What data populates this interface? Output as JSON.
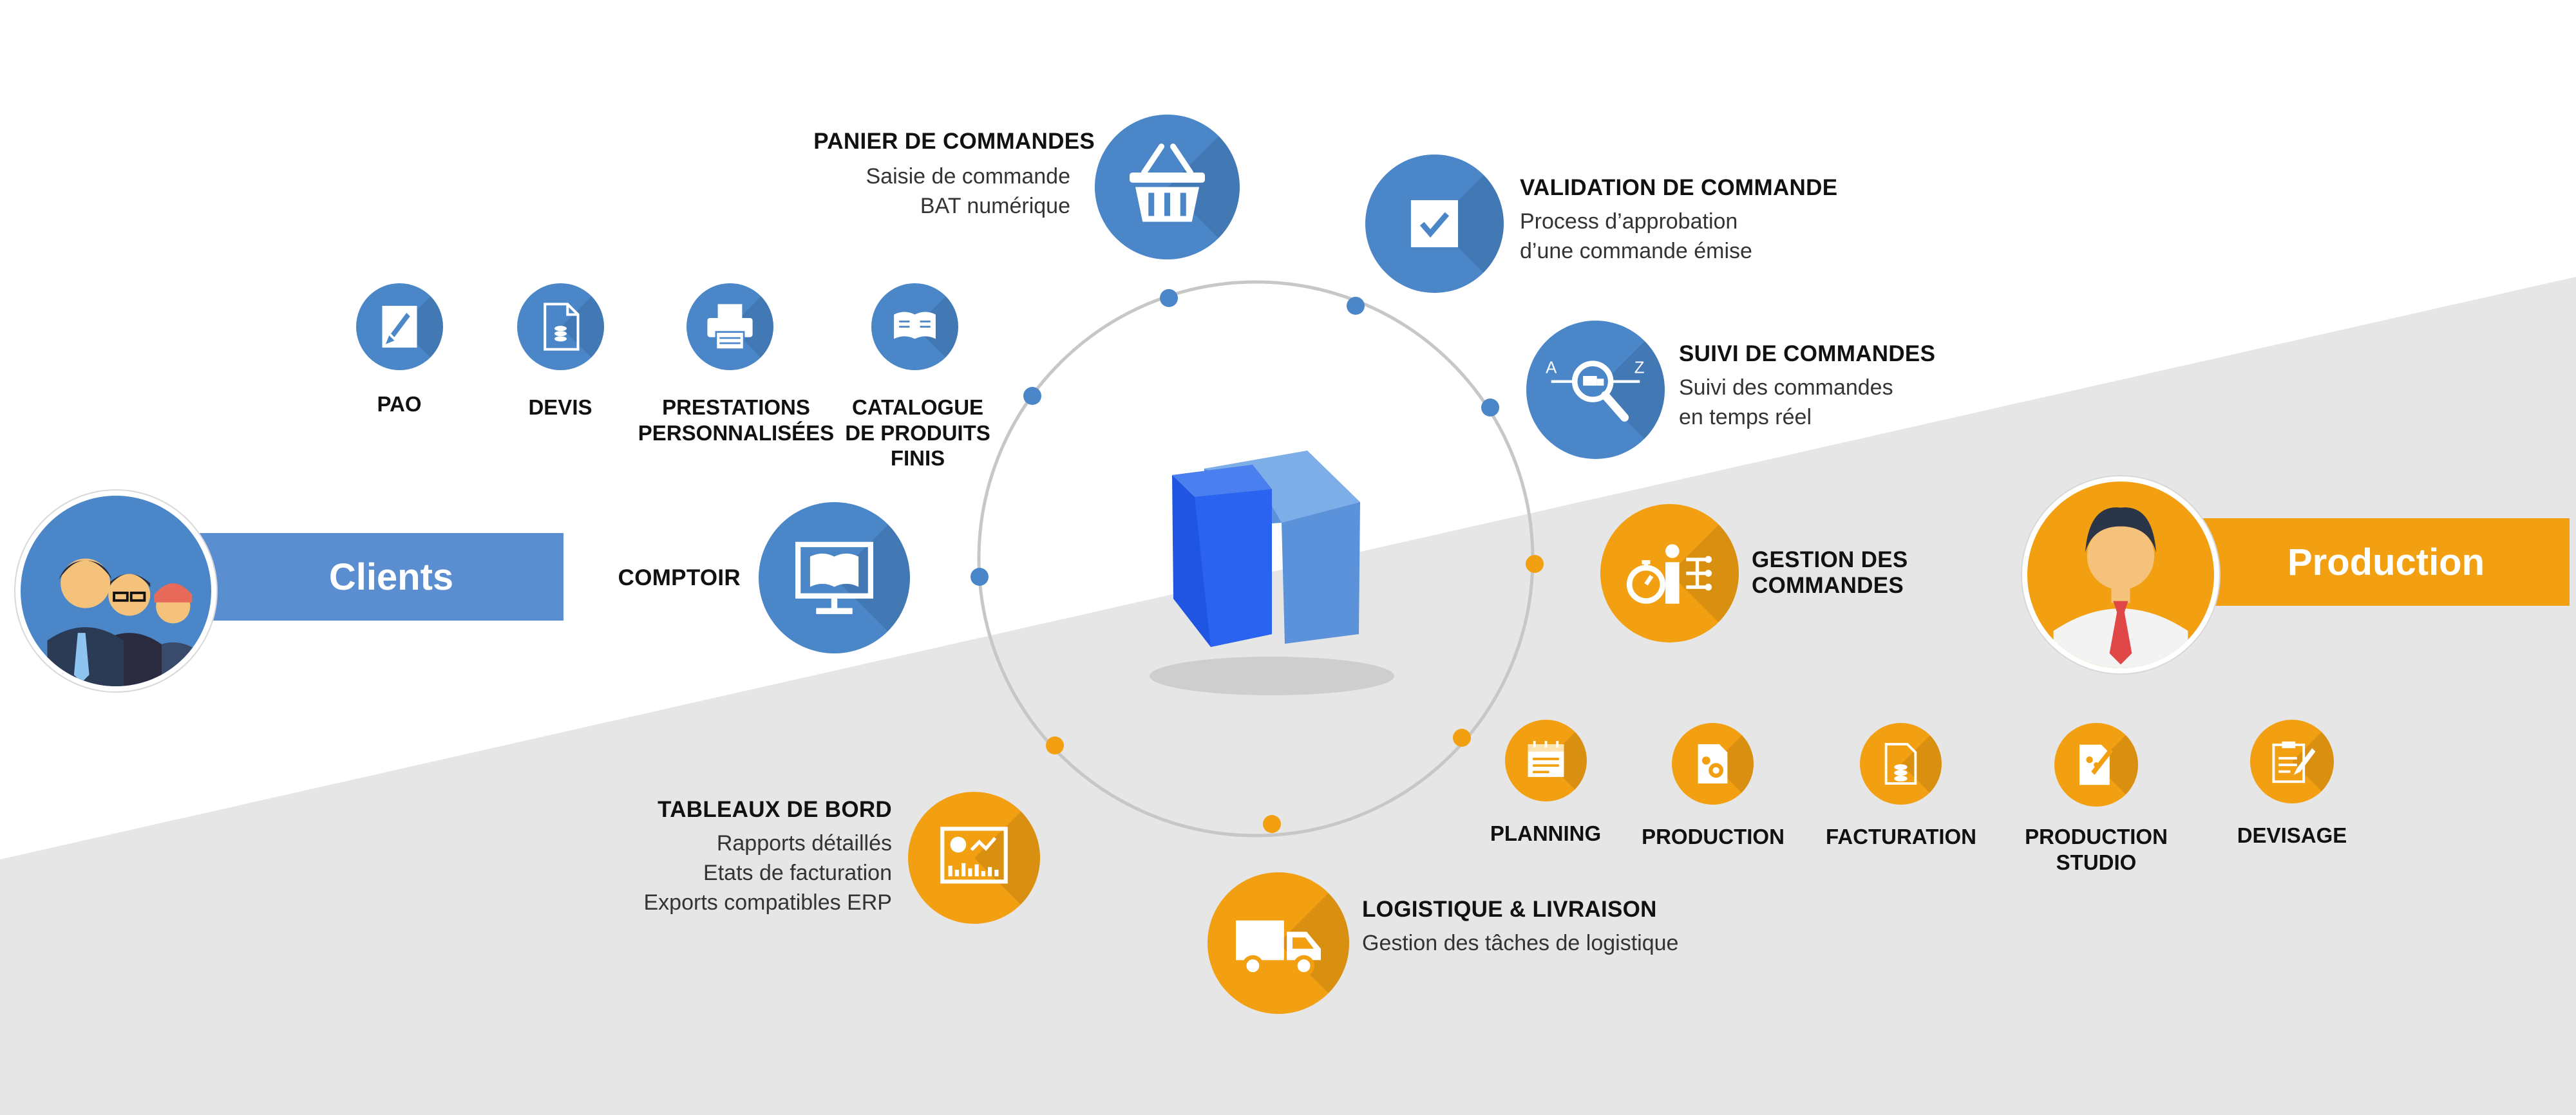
{
  "colors": {
    "blue": "#4a86c8",
    "orange": "#f2a012",
    "grey_band": "#e6e6e6",
    "ring": "#c7c7c7"
  },
  "clients": {
    "label": "Clients"
  },
  "production": {
    "label": "Production"
  },
  "hub": {
    "icon": "logo-cube-icon"
  },
  "panier": {
    "title": "PANIER DE COMMANDES",
    "line1": "Saisie de commande",
    "line2": "BAT numérique",
    "icon": "basket-icon"
  },
  "validation": {
    "title": "VALIDATION DE COMMANDE",
    "line1": "Process d’approbation",
    "line2": "d’une commande émise",
    "icon": "checkbox-icon"
  },
  "suivi": {
    "title": "SUIVI DE COMMANDES",
    "line1": "Suivi des commandes",
    "line2": "en temps réel",
    "icon": "tracking-search-icon"
  },
  "gestion": {
    "line1": "GESTION DES",
    "line2": "COMMANDES",
    "icon": "stopwatch-flow-icon"
  },
  "comptoir": {
    "title": "COMPTOIR",
    "icon": "monitor-book-icon"
  },
  "tableaux": {
    "title": "TABLEAUX DE BORD",
    "line1": "Rapports détaillés",
    "line2": "Etats de facturation",
    "line3": "Exports compatibles ERP",
    "icon": "dashboard-chart-icon"
  },
  "logistique": {
    "title": "LOGISTIQUE & LIVRAISON",
    "line1": "Gestion des tâches de logistique",
    "icon": "truck-icon"
  },
  "top_modules": [
    {
      "line1": "PAO",
      "line2": "",
      "line3": "",
      "icon": "pao-brush-icon"
    },
    {
      "line1": "DEVIS",
      "line2": "",
      "line3": "",
      "icon": "quote-document-icon"
    },
    {
      "line1": "PRESTATIONS",
      "line2": "PERSONNALISÉES",
      "line3": "",
      "icon": "printer-icon"
    },
    {
      "line1": "CATALOGUE",
      "line2": "DE PRODUITS",
      "line3": "FINIS",
      "icon": "catalogue-book-icon"
    }
  ],
  "bottom_modules": [
    {
      "line1": "PLANNING",
      "line2": "",
      "icon": "calendar-icon"
    },
    {
      "line1": "PRODUCTION",
      "line2": "",
      "icon": "production-gear-icon"
    },
    {
      "line1": "FACTURATION",
      "line2": "",
      "icon": "invoice-icon"
    },
    {
      "line1": "PRODUCTION",
      "line2": "STUDIO",
      "icon": "studio-tools-icon"
    },
    {
      "line1": "DEVISAGE",
      "line2": "",
      "icon": "estimate-pen-icon"
    }
  ]
}
